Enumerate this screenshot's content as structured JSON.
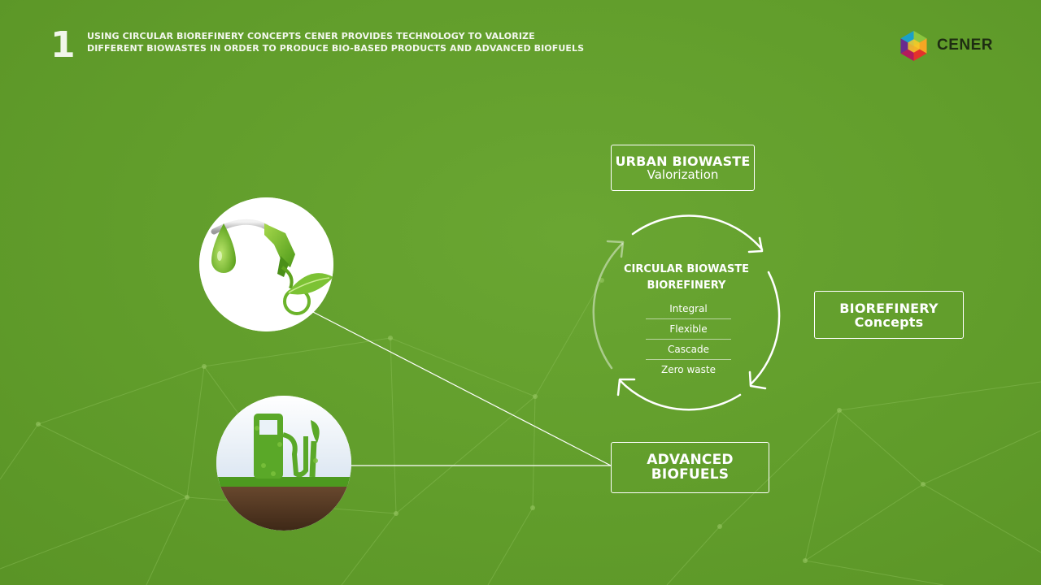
{
  "header": {
    "number": "1",
    "line1": "USING CIRCULAR BIOREFINERY CONCEPTS CENER PROVIDES TECHNOLOGY TO VALORIZE",
    "line2": "DIFFERENT BIOWASTES IN ORDER TO PRODUCE BIO-BASED PRODUCTS AND ADVANCED BIOFUELS"
  },
  "logo": {
    "text": "CENER",
    "icon": "cener-hexagon-logo"
  },
  "boxes": {
    "urban": {
      "line1": "URBAN BIOWASTE",
      "line2": "Valorization"
    },
    "biorefinery": {
      "line1": "BIOREFINERY",
      "line2": "Concepts"
    },
    "biofuels": {
      "line1": "ADVANCED",
      "line2": "BIOFUELS"
    }
  },
  "cycle": {
    "title_line1": "CIRCULAR BIOWASTE",
    "title_line2": "BIOREFINERY",
    "properties": [
      "Integral",
      "Flexible",
      "Cascade",
      "Zero waste"
    ]
  },
  "images": {
    "top": "fuel-nozzle-leaf-image",
    "bottom": "grass-fuel-pump-image"
  },
  "colors": {
    "background": "#619d2b",
    "line": "#ffffff",
    "logo_text": "#1e2d12"
  }
}
